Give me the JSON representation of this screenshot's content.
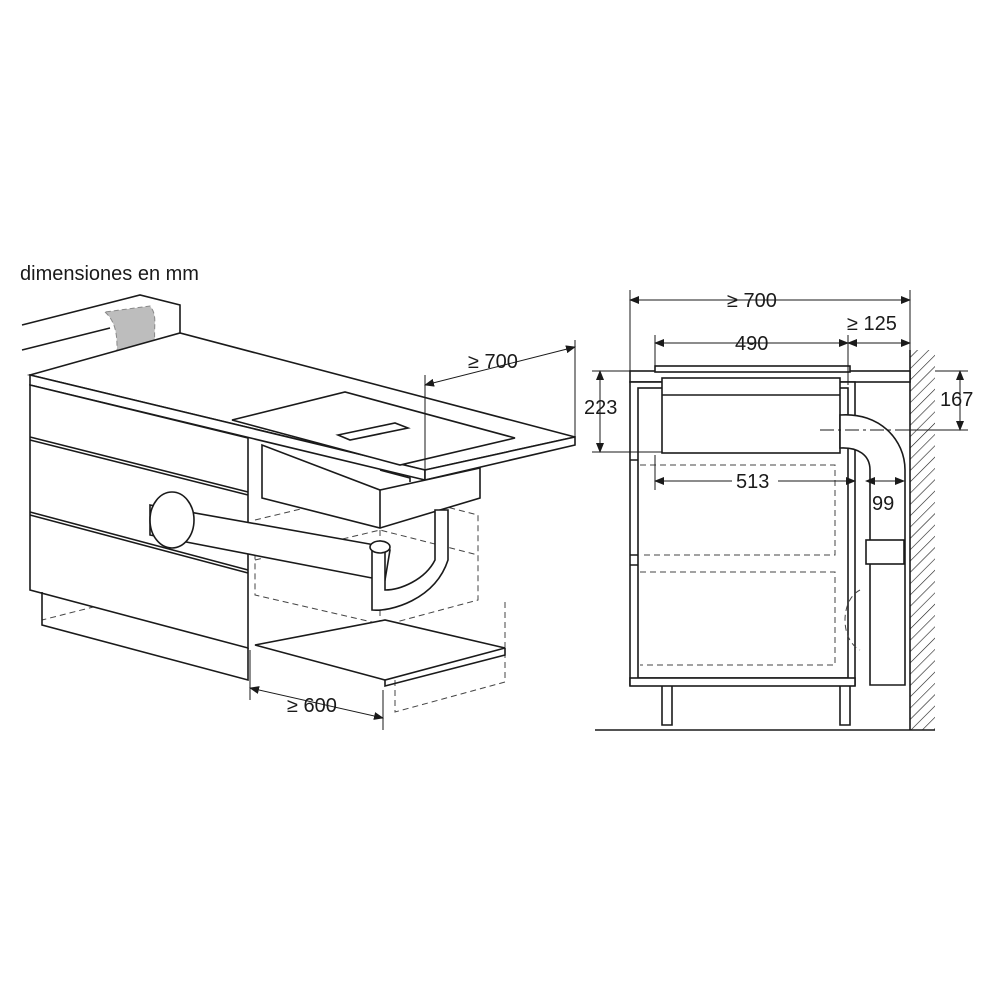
{
  "caption": "dimensiones en mm",
  "perspective_view": {
    "dim_depth": "≥ 700",
    "dim_width": "≥ 600"
  },
  "side_view": {
    "dim_total_depth": "≥ 700",
    "dim_hob_depth": "490",
    "dim_rear_gap": "≥ 125",
    "dim_hob_height": "223",
    "dim_duct_height": "167",
    "dim_unit_depth": "513",
    "dim_duct_width": "99"
  },
  "colors": {
    "line": "#1a1a1a",
    "duct_fill": "#bdbdbd"
  }
}
